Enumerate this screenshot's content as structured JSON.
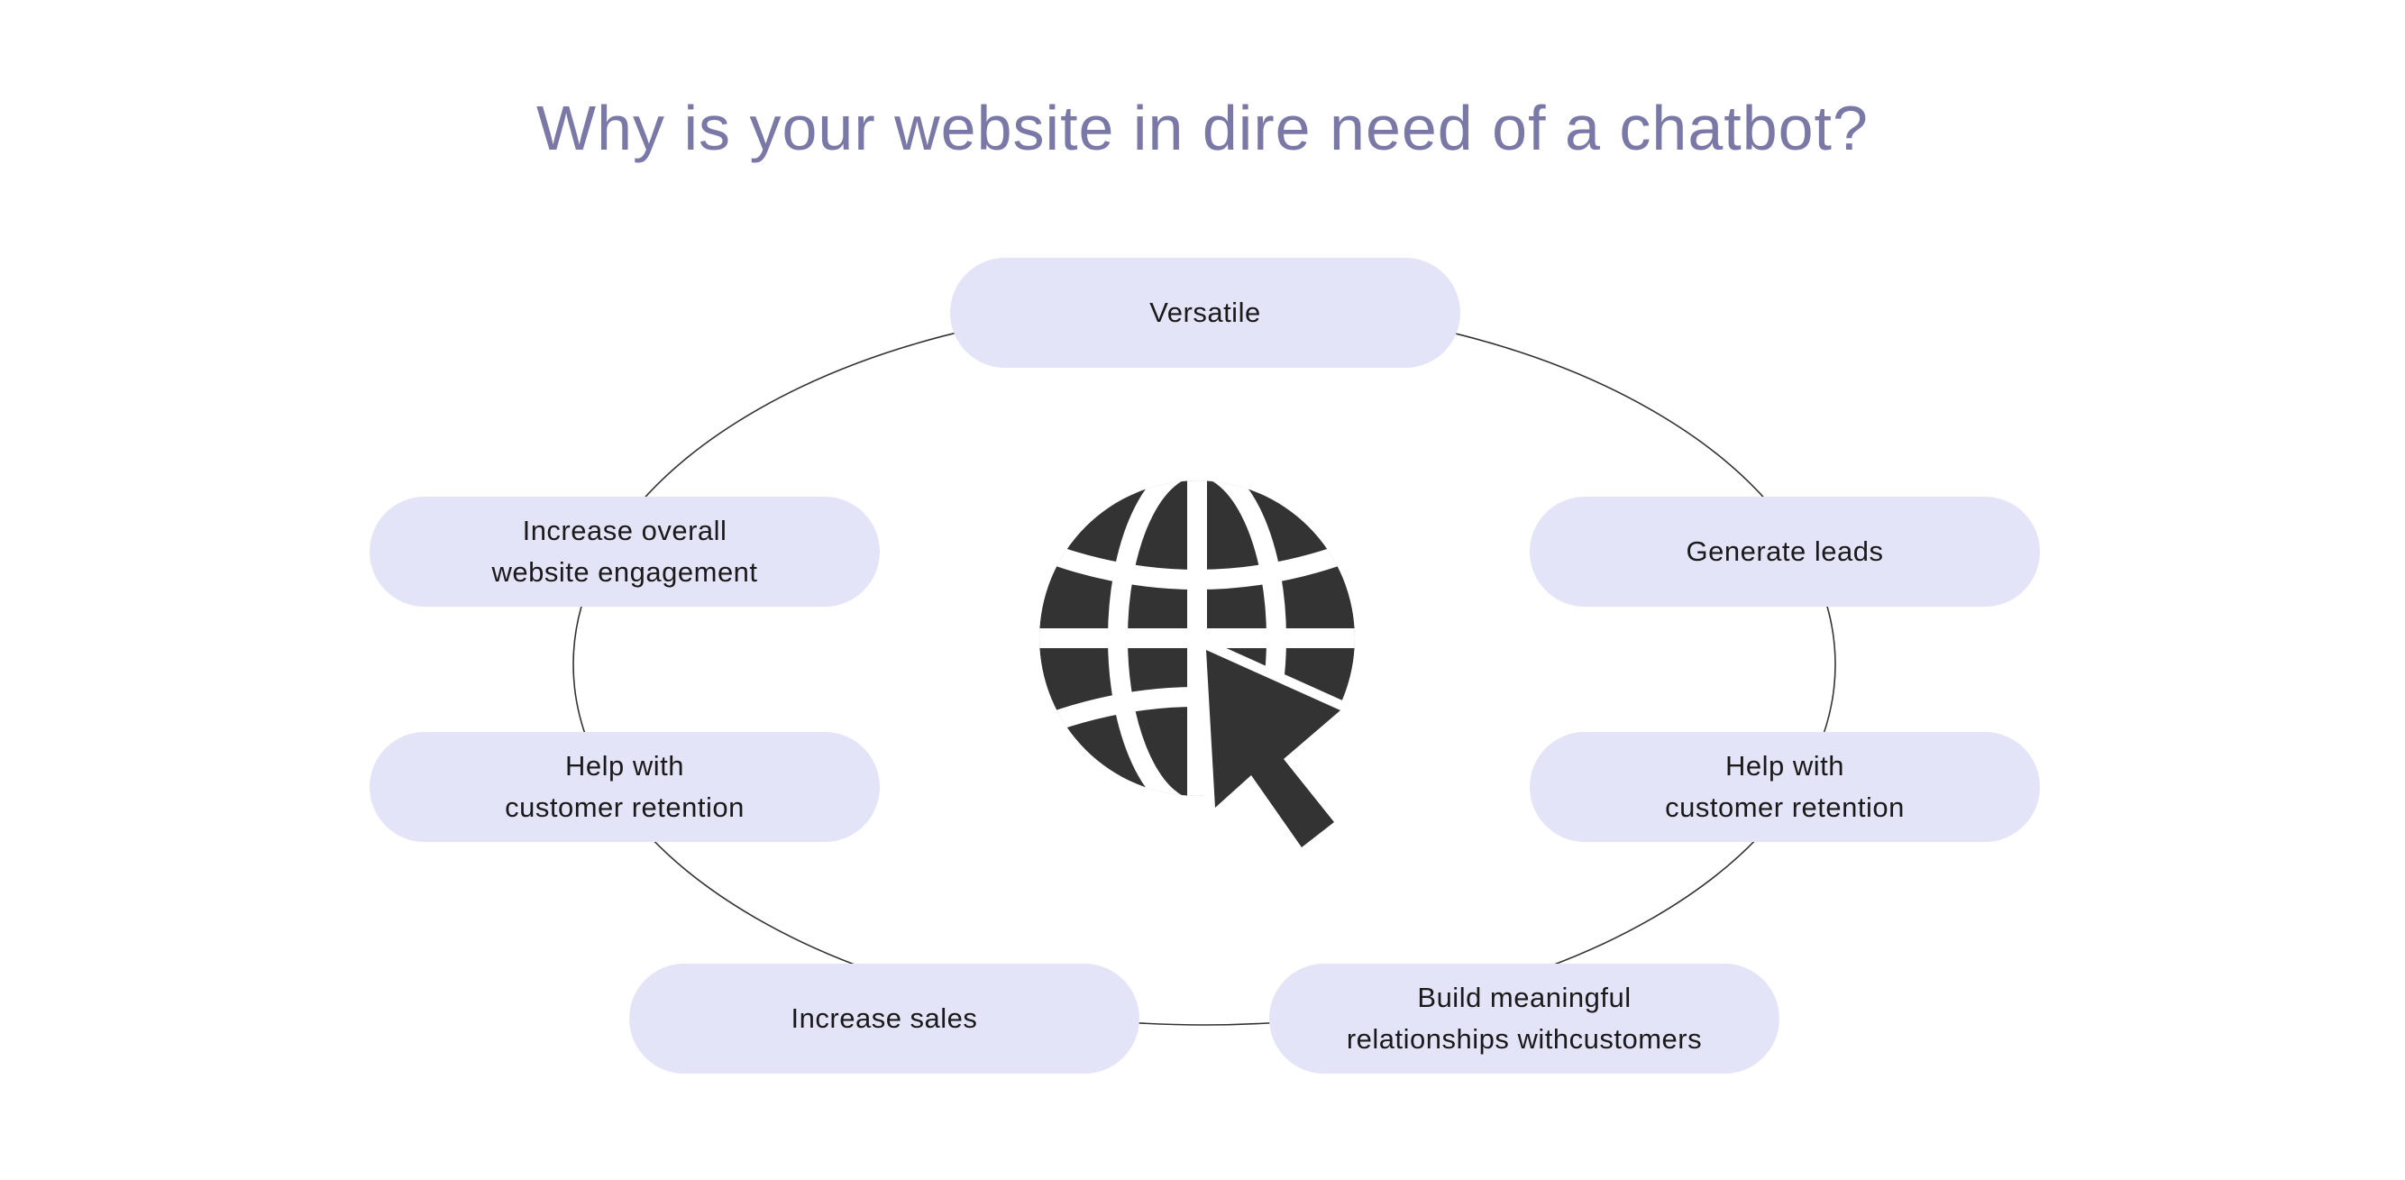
{
  "title": "Why is your website in dire need of a chatbot?",
  "colors": {
    "title": "#7a78a6",
    "pill_background": "#e3e4f8",
    "icon": "#333333",
    "ring_line": "#333333"
  },
  "center_icon": "globe-with-cursor-icon",
  "nodes": [
    {
      "label": "Versatile"
    },
    {
      "label": "Increase overall\nwebsite engagement"
    },
    {
      "label": "Generate leads"
    },
    {
      "label": "Help with\ncustomer retention"
    },
    {
      "label": "Help with\ncustomer retention"
    },
    {
      "label": "Increase sales"
    },
    {
      "label": "Build meaningful\nrelationships withcustomers"
    }
  ]
}
